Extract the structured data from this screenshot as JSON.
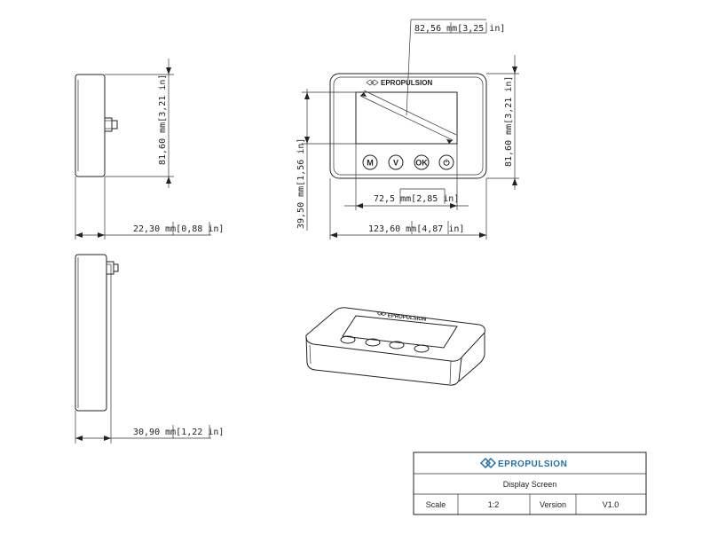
{
  "brand": "EPROPULSION",
  "dimensions": {
    "side_height": "81,60 mm",
    "side_height_in": "3,21 in",
    "side_depth_top": "22,30 mm",
    "side_depth_top_in": "0,88 in",
    "side_depth_bottom": "30,90 mm",
    "side_depth_bottom_in": "1,22 in",
    "diagonal": "82,56 mm",
    "diagonal_in": "3,25 in",
    "screen_height": "39,50 mm",
    "screen_height_in": "1,56 in",
    "screen_width": "72,5 mm",
    "screen_width_in": "2,85 in",
    "front_width": "123,60 mm",
    "front_width_in": "4,87 in",
    "front_height": "81,60 mm",
    "front_height_in": "3,21 in"
  },
  "buttons": [
    "M",
    "V",
    "OK",
    "⏻"
  ],
  "title_block": {
    "title": "Display Screen",
    "scale_label": "Scale",
    "scale_value": "1:2",
    "version_label": "Version",
    "version_value": "V1.0"
  }
}
